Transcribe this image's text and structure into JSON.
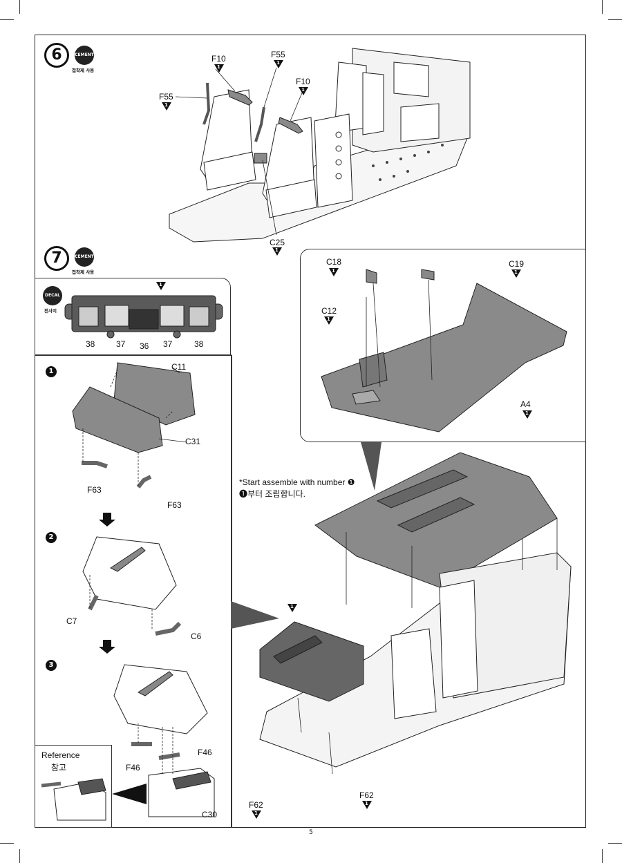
{
  "page": {
    "number": "5"
  },
  "badges": {
    "cement": "CEMENT",
    "cement_ko": "접착제 사용",
    "decal": "DECAL",
    "decal_ko": "전사지"
  },
  "step6": {
    "number": "6",
    "parts": [
      "F10",
      "F55",
      "F10",
      "F55",
      "C25"
    ]
  },
  "step7": {
    "number": "7",
    "decals": [
      "38",
      "37",
      "36",
      "37",
      "38"
    ],
    "inset_parts": [
      "C18",
      "C19",
      "C12",
      "A4"
    ],
    "note_en": "*Start assemble with number ❶",
    "note_ko": "❶부터 조립합니다.",
    "sub1": {
      "num": "1",
      "parts": [
        "C11",
        "C31",
        "F63",
        "F63"
      ]
    },
    "sub2": {
      "num": "2",
      "parts": [
        "C7",
        "C6"
      ]
    },
    "sub3": {
      "num": "3",
      "parts": [
        "F46",
        "F46",
        "C30"
      ]
    },
    "reference": {
      "en": "Reference",
      "ko": "참고"
    },
    "main_parts": [
      "F62",
      "F62"
    ]
  },
  "colors": {
    "part_gray": "#8a8a8a",
    "line": "#222222",
    "light": "#f2f2f2"
  }
}
